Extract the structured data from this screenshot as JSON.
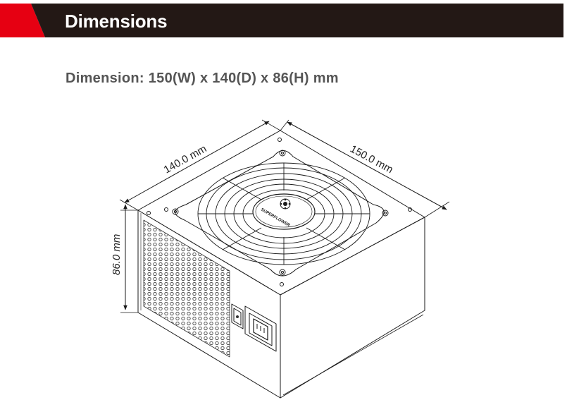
{
  "header": {
    "title": "Dimensions",
    "colors": {
      "bar": "#231815",
      "accent": "#e60012"
    }
  },
  "spec": {
    "text": "Dimension: 150(W) x 140(D) x 86(H) mm"
  },
  "diagram": {
    "depth_label": "140.0 mm",
    "width_label": "150.0 mm",
    "height_label": "86.0 mm",
    "brand": "SUPERFLOWER",
    "line_color": "#1a1a1a"
  }
}
